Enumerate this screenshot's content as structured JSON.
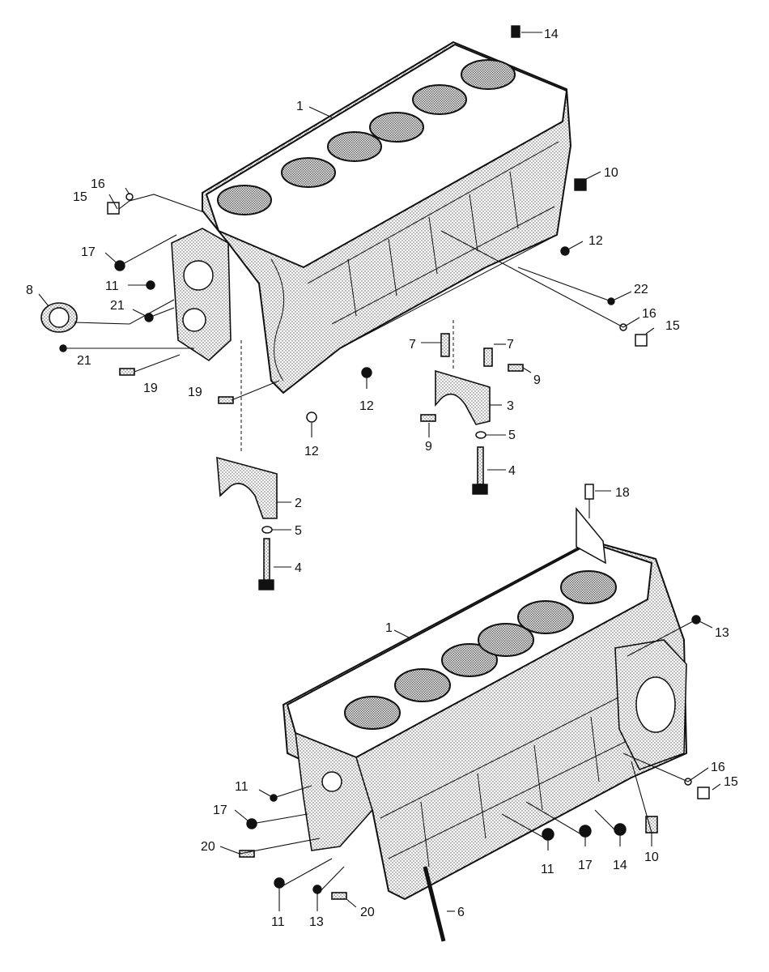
{
  "diagram": {
    "top_view_labels": [
      {
        "id": "t1",
        "text": "1"
      },
      {
        "id": "t14",
        "text": "14"
      },
      {
        "id": "t10",
        "text": "10"
      },
      {
        "id": "t16a",
        "text": "16"
      },
      {
        "id": "t15a",
        "text": "15"
      },
      {
        "id": "t17",
        "text": "17"
      },
      {
        "id": "t11",
        "text": "11"
      },
      {
        "id": "t8",
        "text": "8"
      },
      {
        "id": "t21a",
        "text": "21"
      },
      {
        "id": "t21b",
        "text": "21"
      },
      {
        "id": "t19a",
        "text": "19"
      },
      {
        "id": "t19b",
        "text": "19"
      },
      {
        "id": "t12a",
        "text": "12"
      },
      {
        "id": "t12b",
        "text": "12"
      },
      {
        "id": "t12c",
        "text": "12"
      },
      {
        "id": "t22",
        "text": "22"
      },
      {
        "id": "t16b",
        "text": "16"
      },
      {
        "id": "t15b",
        "text": "15"
      },
      {
        "id": "t7a",
        "text": "7"
      },
      {
        "id": "t7b",
        "text": "7"
      },
      {
        "id": "t9a",
        "text": "9"
      },
      {
        "id": "t9b",
        "text": "9"
      },
      {
        "id": "t3",
        "text": "3"
      },
      {
        "id": "t5a",
        "text": "5"
      },
      {
        "id": "t4a",
        "text": "4"
      },
      {
        "id": "t2",
        "text": "2"
      },
      {
        "id": "t5b",
        "text": "5"
      },
      {
        "id": "t4b",
        "text": "4"
      }
    ],
    "bottom_view_labels": [
      {
        "id": "b18",
        "text": "18"
      },
      {
        "id": "b1",
        "text": "1"
      },
      {
        "id": "b13a",
        "text": "13"
      },
      {
        "id": "b16",
        "text": "16"
      },
      {
        "id": "b15",
        "text": "15"
      },
      {
        "id": "b11a",
        "text": "11"
      },
      {
        "id": "b17a",
        "text": "17"
      },
      {
        "id": "b20a",
        "text": "20"
      },
      {
        "id": "b11b",
        "text": "11"
      },
      {
        "id": "b17b",
        "text": "17"
      },
      {
        "id": "b14",
        "text": "14"
      },
      {
        "id": "b10",
        "text": "10"
      },
      {
        "id": "b11c",
        "text": "11"
      },
      {
        "id": "b13b",
        "text": "13"
      },
      {
        "id": "b20b",
        "text": "20"
      },
      {
        "id": "b6",
        "text": "6"
      }
    ]
  }
}
